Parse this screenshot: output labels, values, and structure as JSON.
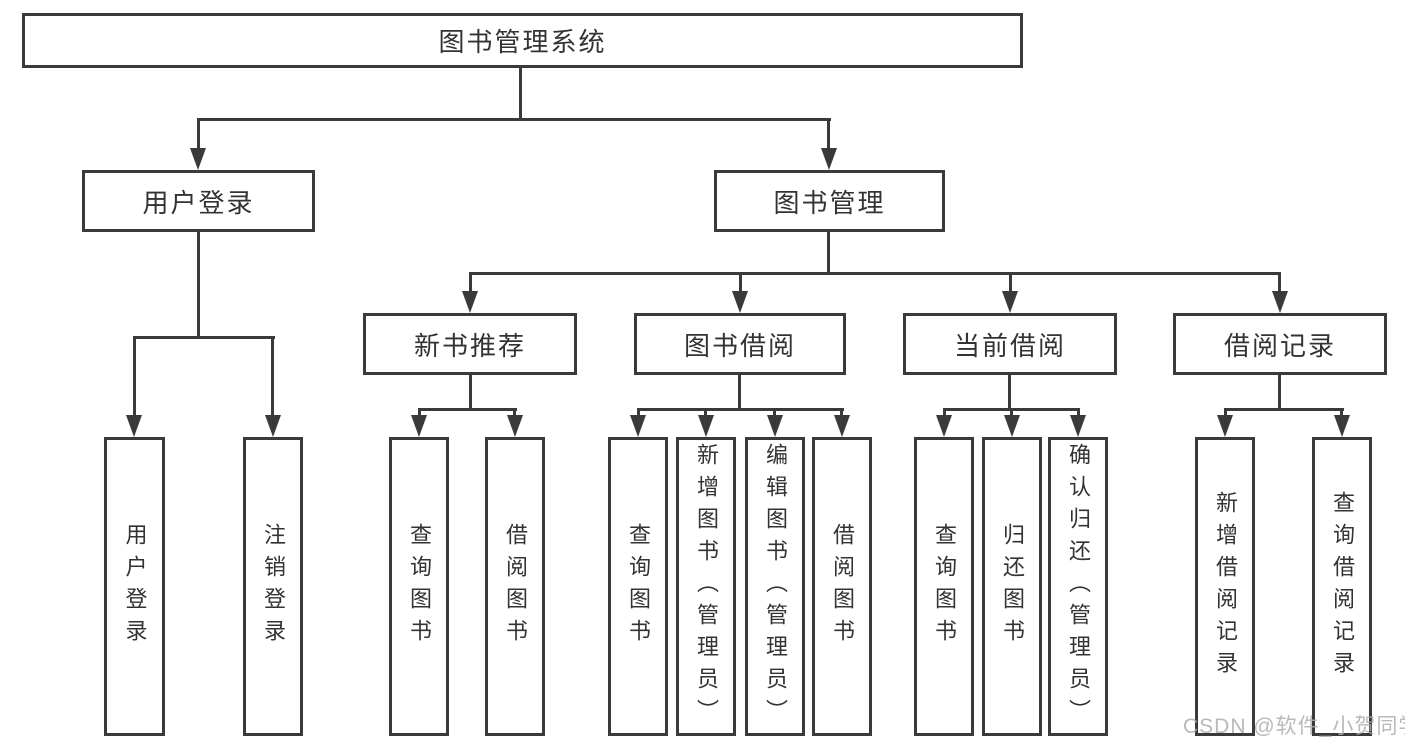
{
  "hierarchy": {
    "label": "图书管理系统",
    "children": [
      {
        "label": "用户登录",
        "children": [
          {
            "label": "用户登录"
          },
          {
            "label": "注销登录"
          }
        ]
      },
      {
        "label": "图书管理",
        "children": [
          {
            "label": "新书推荐",
            "children": [
              {
                "label": "查询图书"
              },
              {
                "label": "借阅图书"
              }
            ]
          },
          {
            "label": "图书借阅",
            "children": [
              {
                "label": "查询图书"
              },
              {
                "label": "新增图书（管理员）"
              },
              {
                "label": "编辑图书（管理员）"
              },
              {
                "label": "借阅图书"
              }
            ]
          },
          {
            "label": "当前借阅",
            "children": [
              {
                "label": "查询图书"
              },
              {
                "label": "归还图书"
              },
              {
                "label": "确认归还（管理员）"
              }
            ]
          },
          {
            "label": "借阅记录",
            "children": [
              {
                "label": "新增借阅记录"
              },
              {
                "label": "查询借阅记录"
              }
            ]
          }
        ]
      }
    ]
  },
  "watermark": "CSDN @软件_小贺同学",
  "colors": {
    "line": "#3a3a3c",
    "text": "#333335",
    "watermark": "#adadad",
    "background": "#ffffff"
  }
}
